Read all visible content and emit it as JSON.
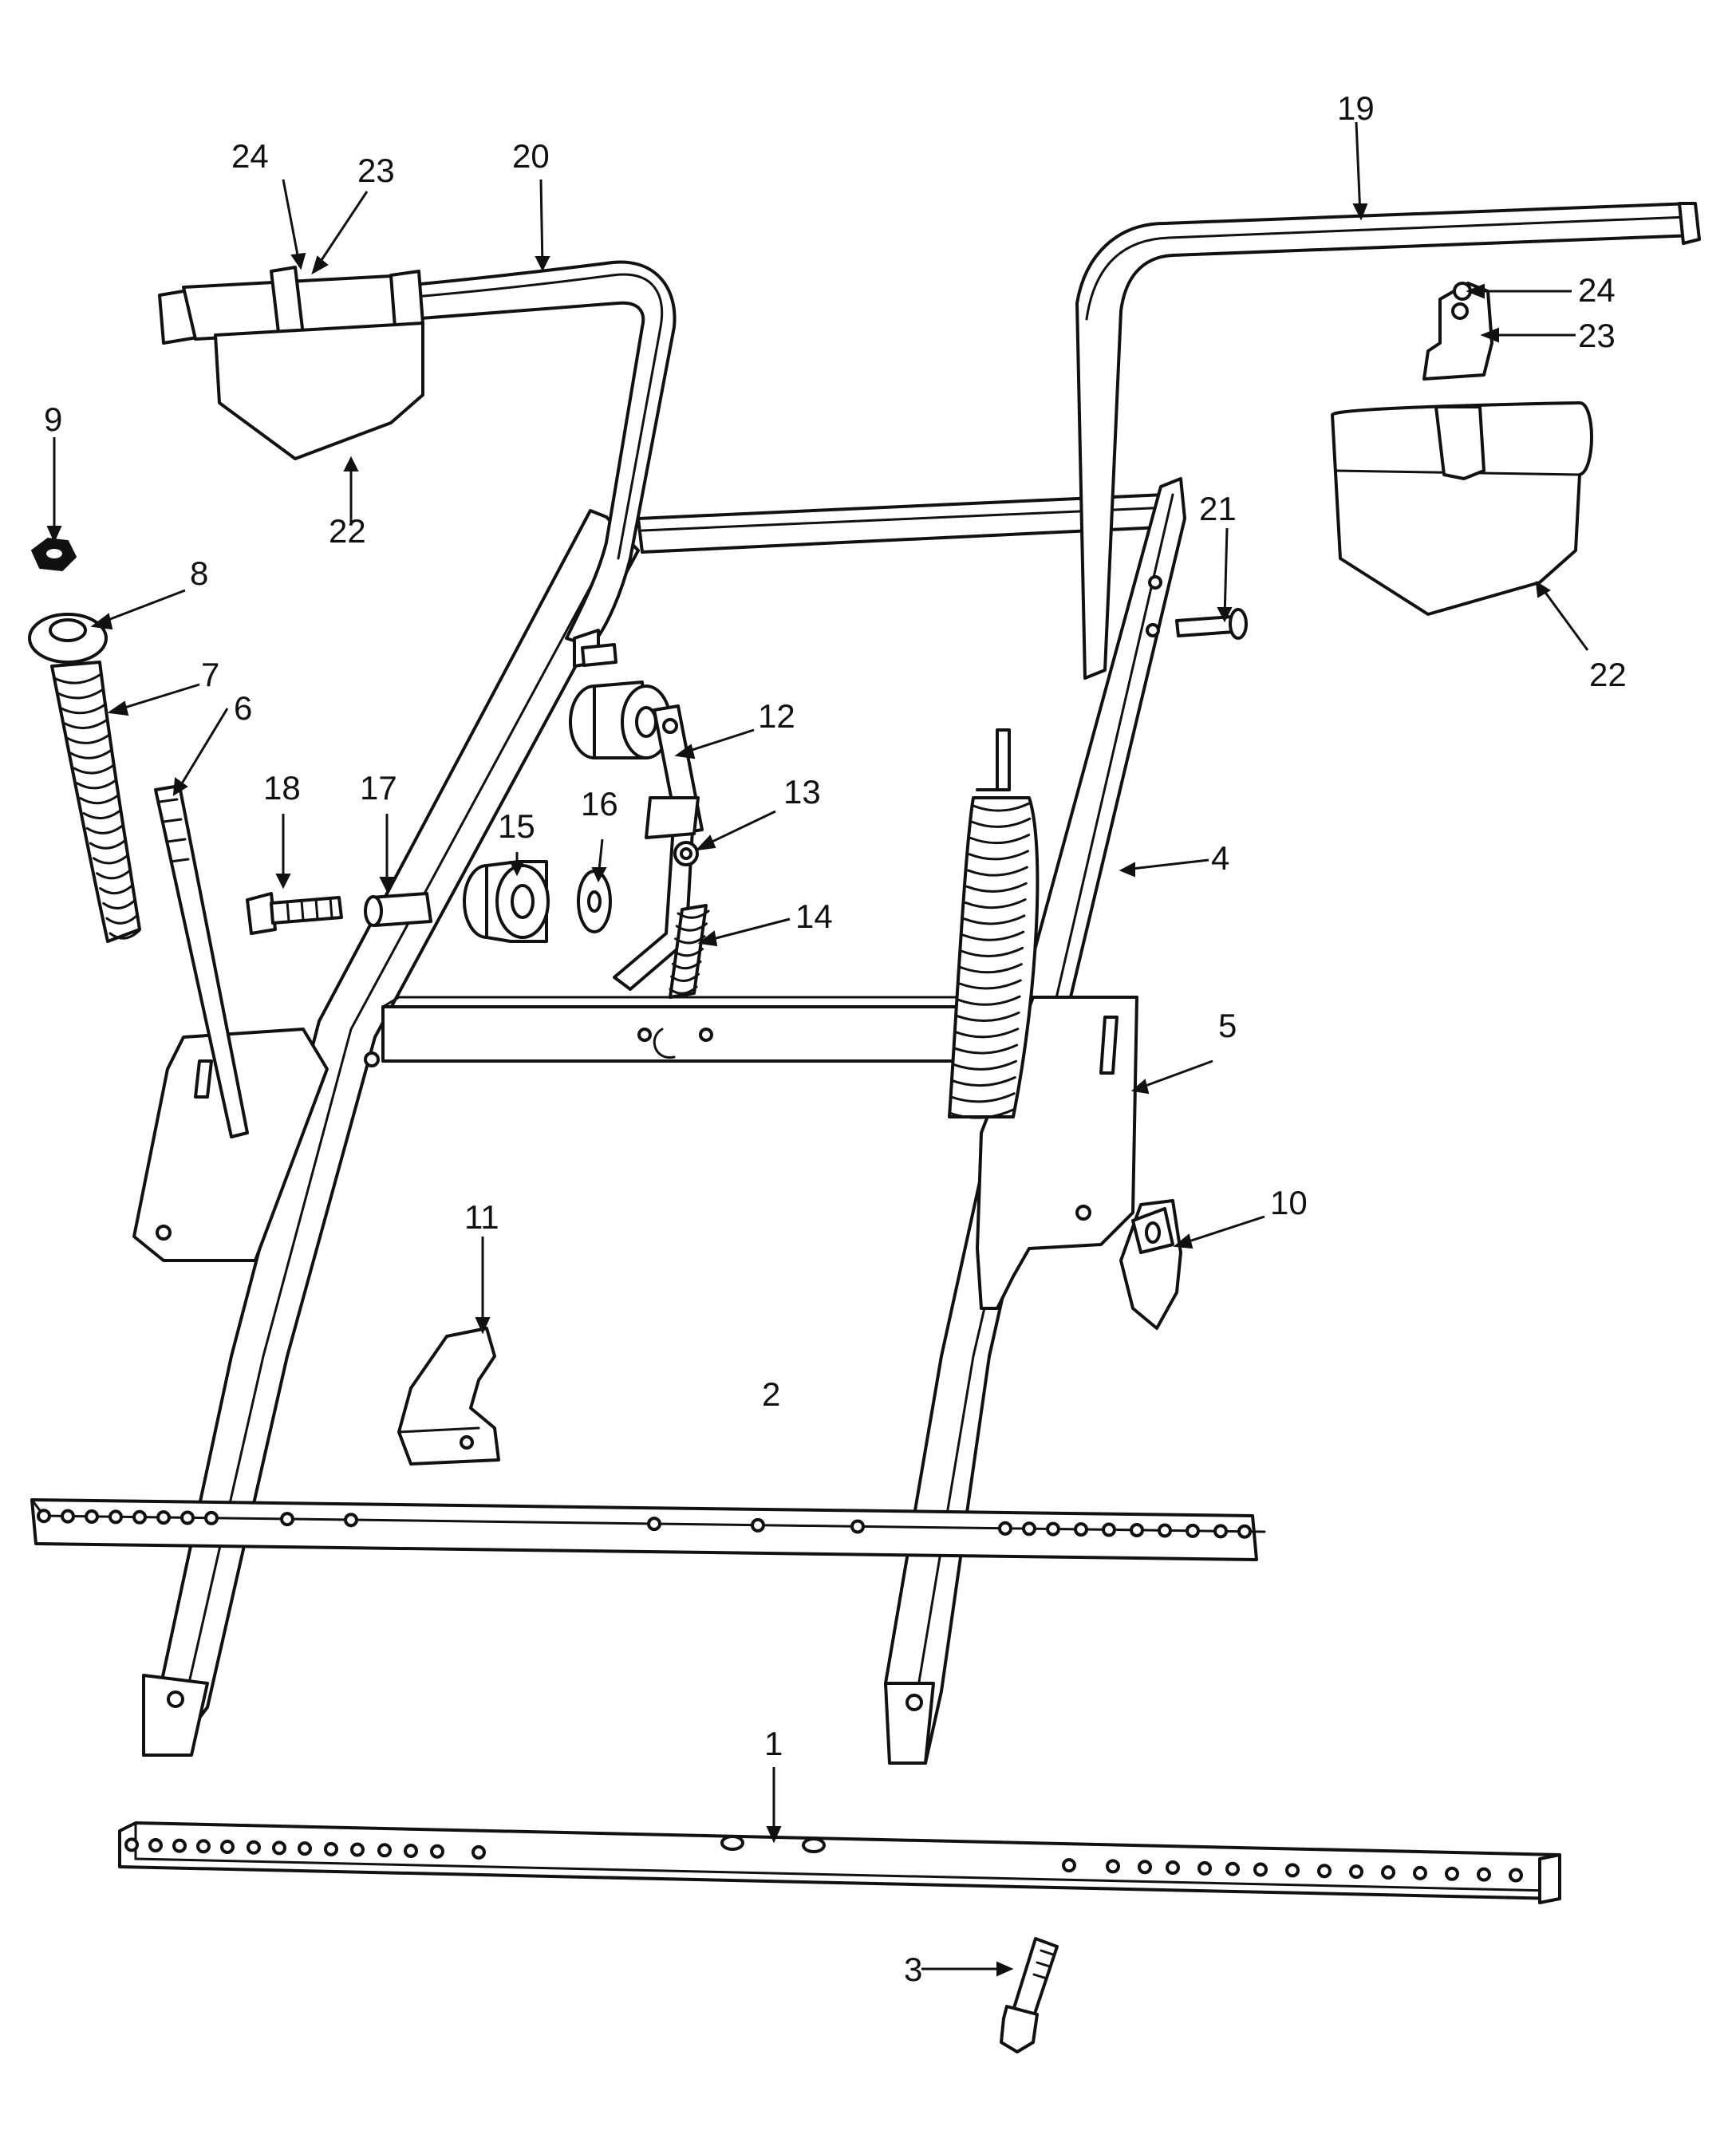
{
  "callouts": [
    {
      "id": "c1",
      "text": "1"
    },
    {
      "id": "c2",
      "text": "2"
    },
    {
      "id": "c3",
      "text": "3"
    },
    {
      "id": "c4",
      "text": "4"
    },
    {
      "id": "c5",
      "text": "5"
    },
    {
      "id": "c6",
      "text": "6"
    },
    {
      "id": "c7",
      "text": "7"
    },
    {
      "id": "c8",
      "text": "8"
    },
    {
      "id": "c9",
      "text": "9"
    },
    {
      "id": "c10",
      "text": "10"
    },
    {
      "id": "c11",
      "text": "11"
    },
    {
      "id": "c12",
      "text": "12"
    },
    {
      "id": "c13",
      "text": "13"
    },
    {
      "id": "c14",
      "text": "14"
    },
    {
      "id": "c15",
      "text": "15"
    },
    {
      "id": "c16",
      "text": "16"
    },
    {
      "id": "c17",
      "text": "17"
    },
    {
      "id": "c18",
      "text": "18"
    },
    {
      "id": "c19",
      "text": "19"
    },
    {
      "id": "c20",
      "text": "20"
    },
    {
      "id": "c21",
      "text": "21"
    },
    {
      "id": "c22a",
      "text": "22"
    },
    {
      "id": "c22b",
      "text": "22"
    },
    {
      "id": "c23a",
      "text": "23"
    },
    {
      "id": "c23b",
      "text": "23"
    },
    {
      "id": "c24a",
      "text": "24"
    },
    {
      "id": "c24b",
      "text": "24"
    }
  ],
  "colors": {
    "ink": "#111111",
    "paper": "#ffffff"
  }
}
